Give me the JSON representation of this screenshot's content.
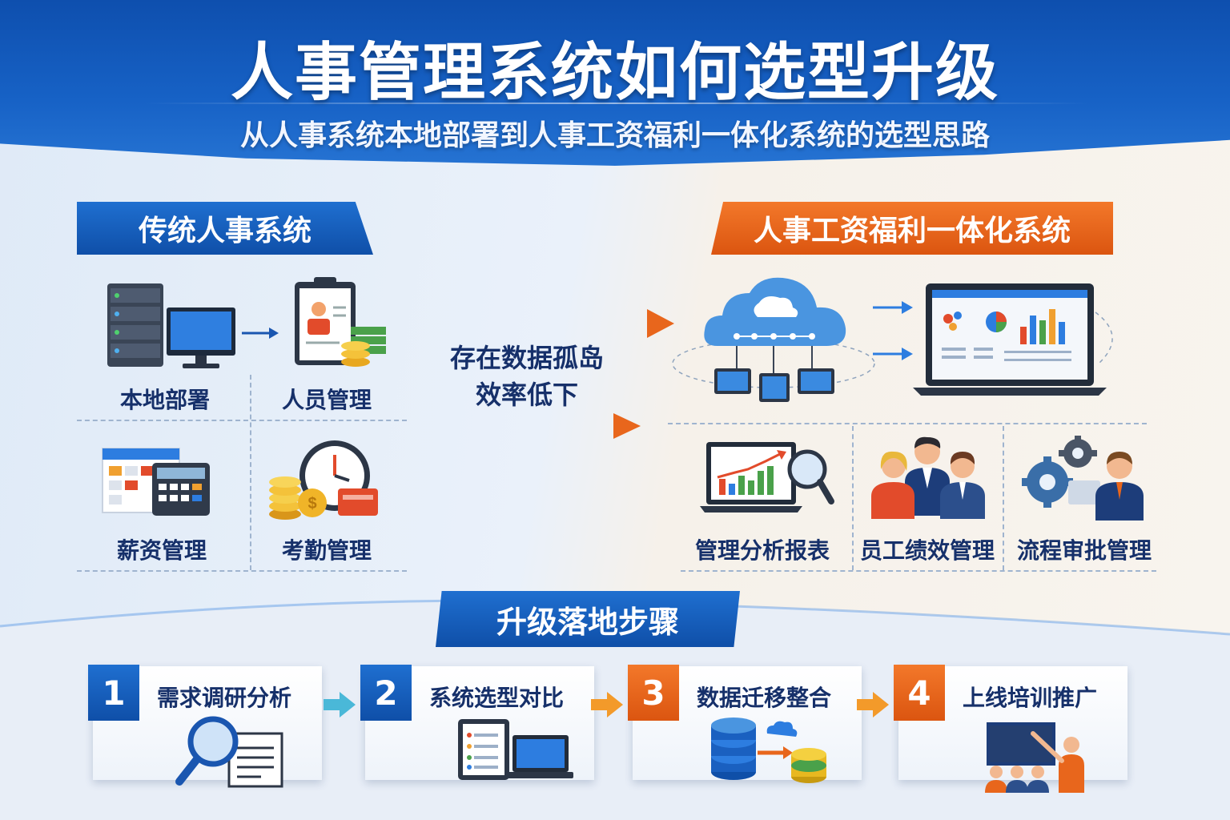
{
  "header": {
    "title": "人事管理系统如何选型升级",
    "subtitle": "从人事系统本地部署到人事工资福利一体化系统的选型思路"
  },
  "left_section": {
    "title": "传统人事系统",
    "items": [
      {
        "label": "本地部署",
        "icon": "server-monitor-icon"
      },
      {
        "label": "人员管理",
        "icon": "clipboard-coins-icon"
      },
      {
        "label": "薪资管理",
        "icon": "calendar-calculator-icon"
      },
      {
        "label": "考勤管理",
        "icon": "clock-coins-icon"
      }
    ]
  },
  "middle": {
    "line1": "存在数据孤岛",
    "line2": "效率低下"
  },
  "right_section": {
    "title": "人事工资福利一体化系统",
    "top_icons": [
      "cloud-network-icon",
      "laptop-dashboard-icon"
    ],
    "items": [
      {
        "label": "管理分析报表",
        "icon": "analytics-laptop-icon"
      },
      {
        "label": "员工绩效管理",
        "icon": "team-people-icon"
      },
      {
        "label": "流程审批管理",
        "icon": "gears-person-icon"
      }
    ]
  },
  "steps_section": {
    "title": "升级落地步骤",
    "steps": [
      {
        "num": "1",
        "label": "需求调研分析",
        "icon": "magnifier-document-icon",
        "color": "#1558b8"
      },
      {
        "num": "2",
        "label": "系统选型对比",
        "icon": "tablet-laptop-icon",
        "color": "#1558b8"
      },
      {
        "num": "3",
        "label": "数据迁移整合",
        "icon": "database-cloud-icon",
        "color": "#e8661c"
      },
      {
        "num": "4",
        "label": "上线培训推广",
        "icon": "presentation-training-icon",
        "color": "#e8661c"
      }
    ]
  },
  "colors": {
    "primary_blue": "#1558b8",
    "accent_orange": "#e8661c",
    "text_dark": "#16306a"
  }
}
